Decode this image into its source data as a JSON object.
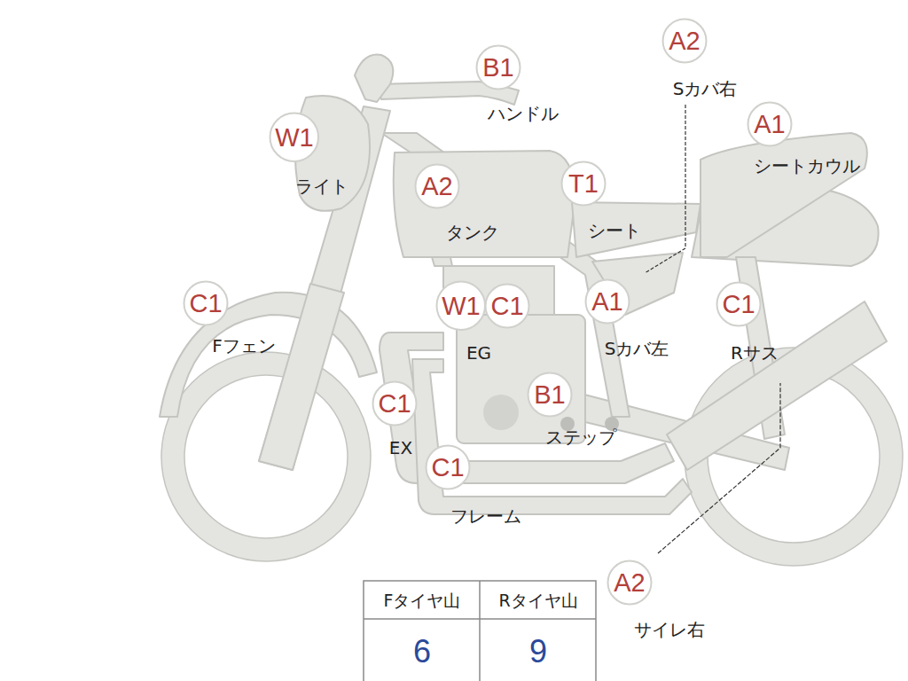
{
  "diagram": {
    "nodes": [
      {
        "text": [
          "B1"
        ]
      },
      {
        "text": [
          "A2"
        ]
      },
      {
        "text": [
          "A1"
        ]
      },
      {
        "text": [
          "W1"
        ]
      },
      {
        "text": [
          "A2"
        ]
      },
      {
        "text": [
          "T1"
        ]
      },
      {
        "text": [
          "C1"
        ]
      },
      {
        "text": [
          "W1"
        ]
      },
      {
        "text": [
          "C1"
        ]
      },
      {
        "text": [
          "A1"
        ]
      },
      {
        "text": [
          "C1"
        ]
      },
      {
        "text": [
          "C1"
        ]
      },
      {
        "text": [
          "B1"
        ]
      },
      {
        "text": [
          "C1"
        ]
      },
      {
        "text": [
          "A2"
        ]
      }
    ],
    "edges": [],
    "labels": [
      "ハンドル",
      "Sカバ右",
      "シートカウル",
      "ライト",
      "タンク",
      "シート",
      "Fフェン",
      "EG",
      "Sカバ左",
      "Rサス",
      "EX",
      "ステップ",
      "フレーム",
      "サイレ右",
      "Fタイヤ山",
      "Rタイヤ山",
      "6",
      "9"
    ]
  }
}
